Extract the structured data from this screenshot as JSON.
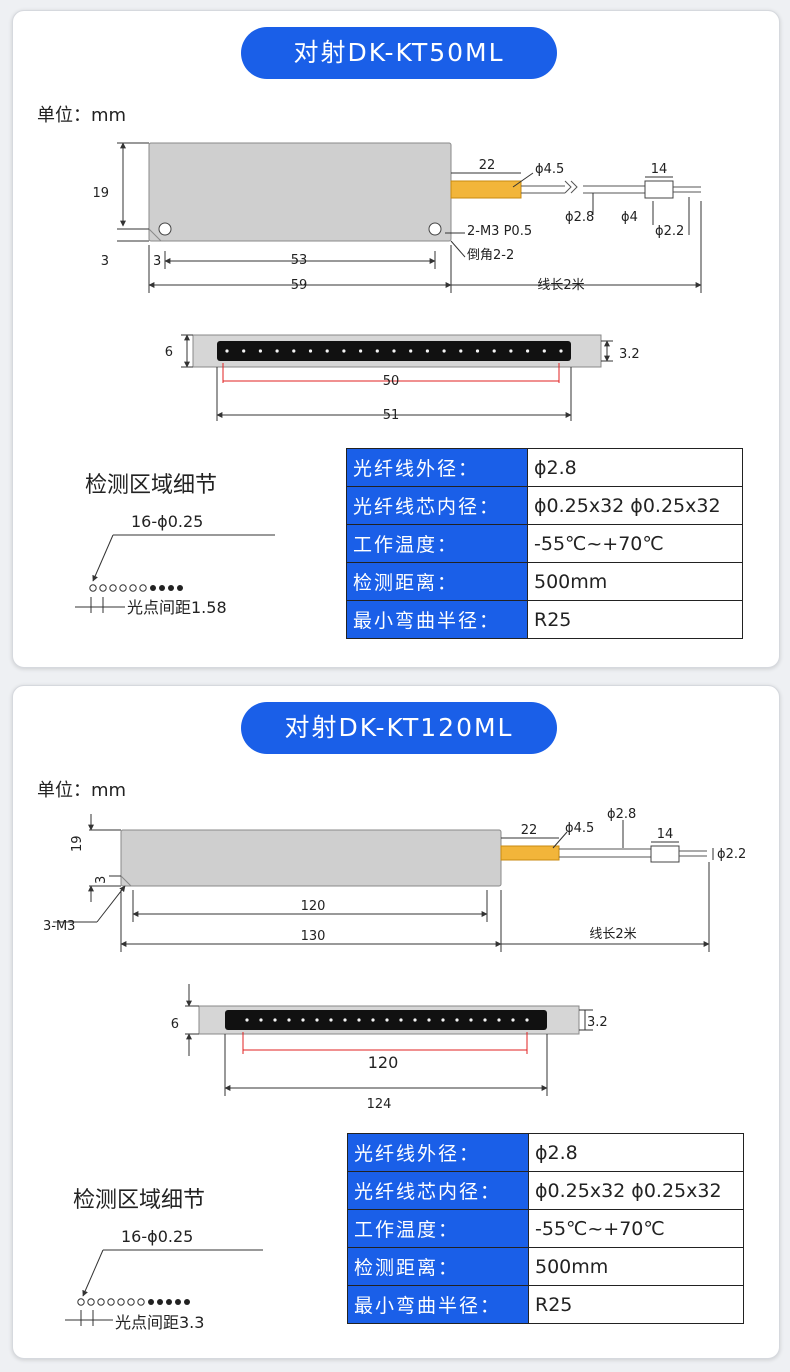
{
  "card1": {
    "title": "对射DK-KT50ML",
    "unit": "单位：mm",
    "dims": {
      "w59": "59",
      "w53": "53",
      "h19": "19",
      "m3a": "3",
      "m3b": "3",
      "cable22": "22",
      "phi45": "ϕ4.5",
      "phi28": "ϕ2.8",
      "phi4": "ϕ4",
      "len14": "14",
      "phi22": "ϕ2.2",
      "screw": "2-M3 P0.5",
      "chamfer": "倒角2-2",
      "cable_len": "线长2米",
      "h6": "6",
      "t32": "3.2",
      "d50": "50",
      "d51": "51"
    },
    "detail": {
      "title": "检测区域细节",
      "spec": "16-ϕ0.25",
      "pitch": "光点间距1.58"
    },
    "specs": [
      {
        "k": "光纤线外径：",
        "v": "ϕ2.8"
      },
      {
        "k": "光纤线芯内径：",
        "v": "ϕ0.25x32 ϕ0.25x32"
      },
      {
        "k": "工作温度：",
        "v": "-55℃~+70℃"
      },
      {
        "k": "检测距离：",
        "v": "500mm"
      },
      {
        "k": "最小弯曲半径：",
        "v": "R25"
      }
    ]
  },
  "card2": {
    "title": "对射DK-KT120ML",
    "unit": "单位：mm",
    "dims": {
      "h19": "19",
      "m3": "3",
      "screw": "3-M3",
      "w120": "120",
      "w130": "130",
      "cable22": "22",
      "phi45": "ϕ4.5",
      "phi28": "ϕ2.8",
      "len14": "14",
      "phi22": "ϕ2.2",
      "cable_len": "线长2米",
      "h6": "6",
      "t32": "3.2",
      "d120": "120",
      "d124": "124"
    },
    "detail": {
      "title": "检测区域细节",
      "spec": "16-ϕ0.25",
      "pitch": "光点间距3.3"
    },
    "specs": [
      {
        "k": "光纤线外径：",
        "v": "ϕ2.8"
      },
      {
        "k": "光纤线芯内径：",
        "v": "ϕ0.25x32 ϕ0.25x32"
      },
      {
        "k": "工作温度：",
        "v": "-55℃~+70℃"
      },
      {
        "k": "检测距离：",
        "v": "500mm"
      },
      {
        "k": "最小弯曲半径：",
        "v": "R25"
      }
    ]
  },
  "colors": {
    "accent": "#1a5fe8",
    "body_gray": "#cfcfcf",
    "cable_orange": "#f2b53a",
    "dim_red": "#e02020"
  }
}
